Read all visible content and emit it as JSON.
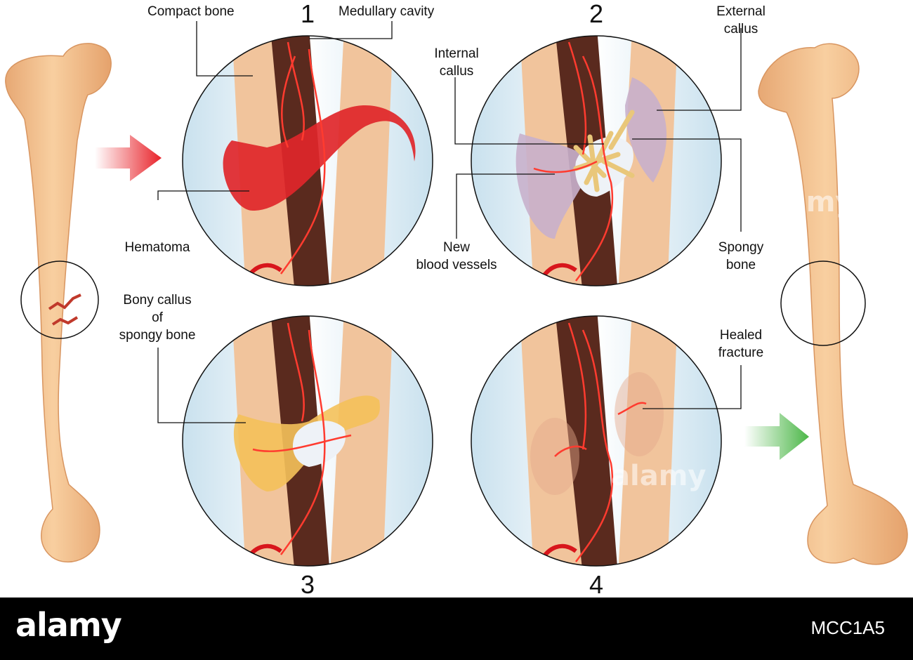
{
  "labels": {
    "compact_bone": "Compact bone",
    "medullary_cavity": "Medullary cavity",
    "internal_callus_1": "Internal",
    "internal_callus_2": "callus",
    "external_callus_1": "External",
    "external_callus_2": "callus",
    "hematoma": "Hematoma",
    "new_vessels_1": "New",
    "new_vessels_2": "blood vessels",
    "spongy_bone_1": "Spongy",
    "spongy_bone_2": "bone",
    "bony_callus_1": "Bony callus",
    "bony_callus_2": "of",
    "bony_callus_3": "spongy bone",
    "healed_1": "Healed",
    "healed_2": "fracture"
  },
  "steps": [
    "1",
    "2",
    "3",
    "4"
  ],
  "footer": {
    "logo": "alamy",
    "image_code": "MCC1A5"
  },
  "watermark": "alamy",
  "colors": {
    "bone": "#f3c08e",
    "marrow": "#5a2a1e",
    "blood": "#d8161c",
    "arrow_in": "#e8232a",
    "arrow_out": "#4cb748"
  }
}
